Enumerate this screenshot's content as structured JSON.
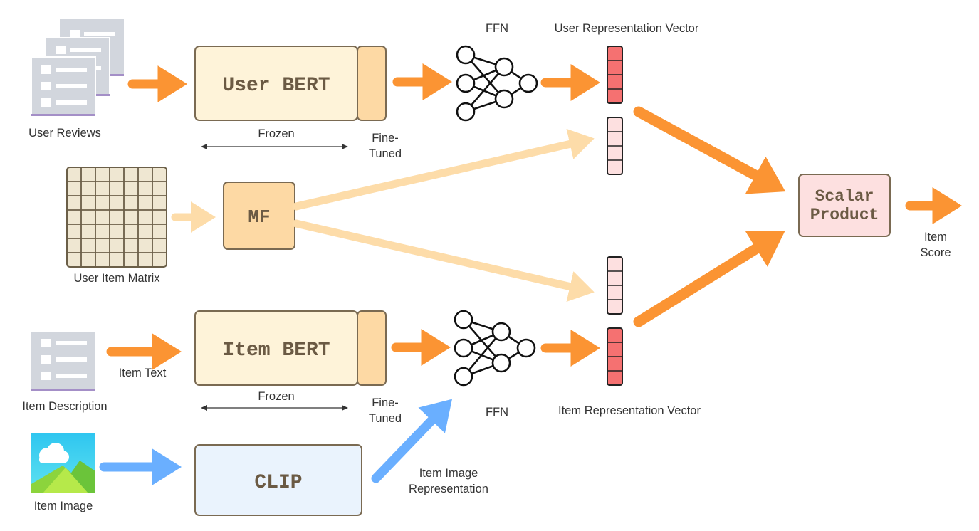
{
  "labels": {
    "user_reviews": "User Reviews",
    "user_item_matrix": "User Item Matrix",
    "item_description": "Item Description",
    "item_text": "Item Text",
    "item_image": "Item Image",
    "ffn_top": "FFN",
    "ffn_bottom": "FFN",
    "user_rep_vector": "User Representation Vector",
    "item_rep_vector": "Item Representation Vector",
    "frozen_top": "Frozen",
    "frozen_bottom": "Frozen",
    "fine_tuned_top_1": "Fine-",
    "fine_tuned_top_2": "Tuned",
    "fine_tuned_bottom_1": "Fine-",
    "fine_tuned_bottom_2": "Tuned",
    "item_image_rep_1": "Item Image",
    "item_image_rep_2": "Representation",
    "item_score_1": "Item",
    "item_score_2": "Score"
  },
  "boxes": {
    "user_bert": "User BERT",
    "item_bert": "Item BERT",
    "mf": "MF",
    "clip": "CLIP",
    "scalar_1": "Scalar",
    "scalar_2": "Product"
  },
  "colors": {
    "orange_arrow": "#fb9433",
    "light_orange_arrow": "#fddca9",
    "blue_arrow": "#6aafff",
    "bert_fill": "#fef3d9",
    "bert_border": "#7a6a52",
    "finetune_fill": "#fdd9a4",
    "mf_fill": "#fdd9a4",
    "clip_fill": "#eaf3fd",
    "scalar_fill": "#fde0e0",
    "vector_dark": "#f57171",
    "vector_light": "#fde0e0",
    "doc_gray": "#d2d6dd",
    "doc_purple": "#a48fc7",
    "matrix_fill": "#efe7d2"
  }
}
